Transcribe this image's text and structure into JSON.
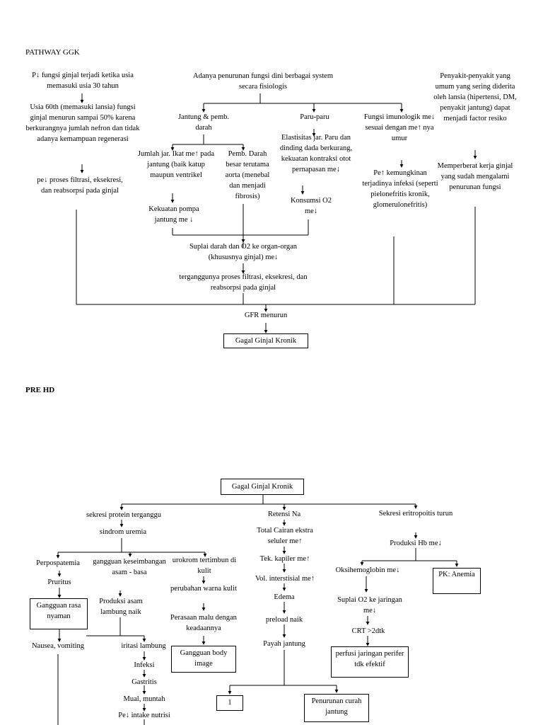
{
  "pathway": {
    "title": "PATHWAY GGK",
    "left_col": [
      "P↓ fungsi ginjal terjadi ketika usia memasuki usia 30 tahun",
      "Usia 60th (memasuki lansia) fungsi ginjal menurun sampai 50% karena berkurangnya jumlah nefron dan tidak adanya kemampuan regenerasi",
      "pe↓ proses filtrasi, eksekresi, dan reabsorpsi pada ginjal"
    ],
    "center_top": "Adanya penurunan fungsi dini berbagai system secara fisiologis",
    "jantung": {
      "header": "Jantung & pemb. darah",
      "left": "Jumlah jar. Ikat me↑ pada jantung (baik katup maupun ventrikel",
      "right": "Pemb. Darah besar terutama aorta (menebal dan menjadi fibrosis)",
      "bottom": "Kekuatan pompa jantung me ↓"
    },
    "paru": {
      "header": "Paru-paru",
      "item1": "Elastisitas jar. Paru dan dinding dada berkurang, kekuatan kontraksi otot pernapasan me↓",
      "item2": "Konsumsi O2 me↓"
    },
    "imun": {
      "header": "Fungsi imunologik me↓ sesuai dengan me↑ nya umur",
      "item1": "Pe↑ kemungkinan terjadinya infeksi (seperti pielonefritis kronik, glomerulonefritis)"
    },
    "right_col": [
      "Penyakit-penyakit yang umum yang sering diderita oleh lansia (hipertensi, DM, penyakit jantung) dapat menjadi factor resiko",
      "Memperberat kerja ginjal yang sudah mengalami penurunan fungsi"
    ],
    "suplai": "Suplai darah dan O2 ke organ-organ (khususnya ginjal) me↓",
    "terganggu": "terganggunya proses filtrasi, eksekresi, dan reabsorpsi pada ginjal",
    "gfr": "GFR menurun",
    "ggk_box": "Gagal Ginjal Kronik"
  },
  "pre_hd": {
    "title": "PRE HD",
    "top_box": "Gagal Ginjal Kronik",
    "left_branch": {
      "sekresi": "sekresi protein terganggu",
      "sindrom": "sindrom uremia",
      "perpos": "Perpospatemia",
      "pruritus": "Pruritus",
      "gangguan_rasa": "Gangguan rasa nyaman",
      "asam_basa": "gangguan keseimbangan asam - basa",
      "produksi_asam": "Produksi asam lambung naik",
      "urokrom": "urokrom tertimbun di kulit",
      "perubahan_warna": "perubahan warna kulit",
      "perasaan_malu": "Perasaan malu dengan keadaannya",
      "body_image": "Gangguan body image",
      "nausea": "Nausea, vomiting",
      "iritasi": "iritasi lambung",
      "infeksi": "Infeksi",
      "gastritis": "Gastritis",
      "mual": "Mual, muntah",
      "intake": "Pe↓ intake nutrisi"
    },
    "middle_branch": {
      "retensi": "Retensi  Na",
      "total_cairan": "Total Cairan ekstra seluler me↑",
      "tek_kapiler": "Tek. kapiler me↑",
      "vol_interstisial": "Vol. interstisial me↑",
      "edema": "Edema",
      "preload": "preload naik",
      "payah": "Payah  jantung",
      "box1": "1",
      "penurunan_curah": "Penurunan curah jantung"
    },
    "right_branch": {
      "eritro": "Sekresi eritropoitis turun",
      "hb": "Produksi Hb me↓",
      "oksi": "Oksihemoglobin me↓",
      "pk_anemia": "PK: Anemia",
      "suplai_o2": "Suplai O2 ke jaringan me↓",
      "crt": "CRT >2dtk",
      "perfusi": "perfusi jaringan perifer tdk efektif"
    }
  }
}
